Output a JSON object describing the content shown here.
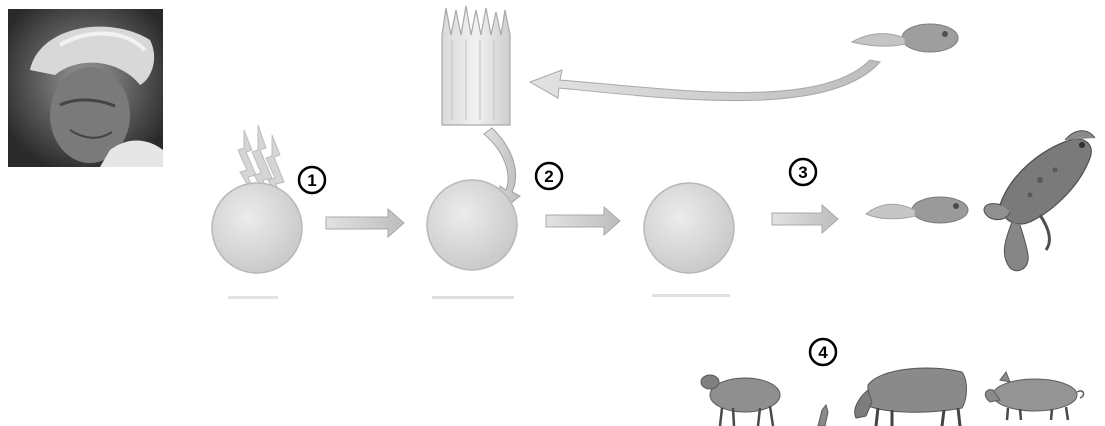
{
  "colors": {
    "cell_fill": "#d7d7d7",
    "cell_edge": "#b4b4b4",
    "arrow_fill": "#cfcfcf",
    "arrow_edge": "#a6a6a6",
    "tadpole": "#a9a9a9",
    "frog": "#6f6f6f",
    "animals": "#8c8c8c",
    "photo_bg": "#3b3b3b"
  },
  "steps": [
    {
      "label": "1"
    },
    {
      "label": "2"
    },
    {
      "label": "3"
    },
    {
      "label": "4"
    }
  ],
  "captions": [
    "",
    "",
    ""
  ],
  "icons": {
    "uv_rays": "lightning-icon",
    "egg": "egg-cell-icon",
    "donor_cells": "intestinal-cells-icon",
    "tadpole": "tadpole-icon",
    "frog": "frog-icon",
    "sheep": "sheep-icon",
    "cow": "cow-icon",
    "pig": "pig-icon",
    "portrait": "portrait-photo"
  }
}
